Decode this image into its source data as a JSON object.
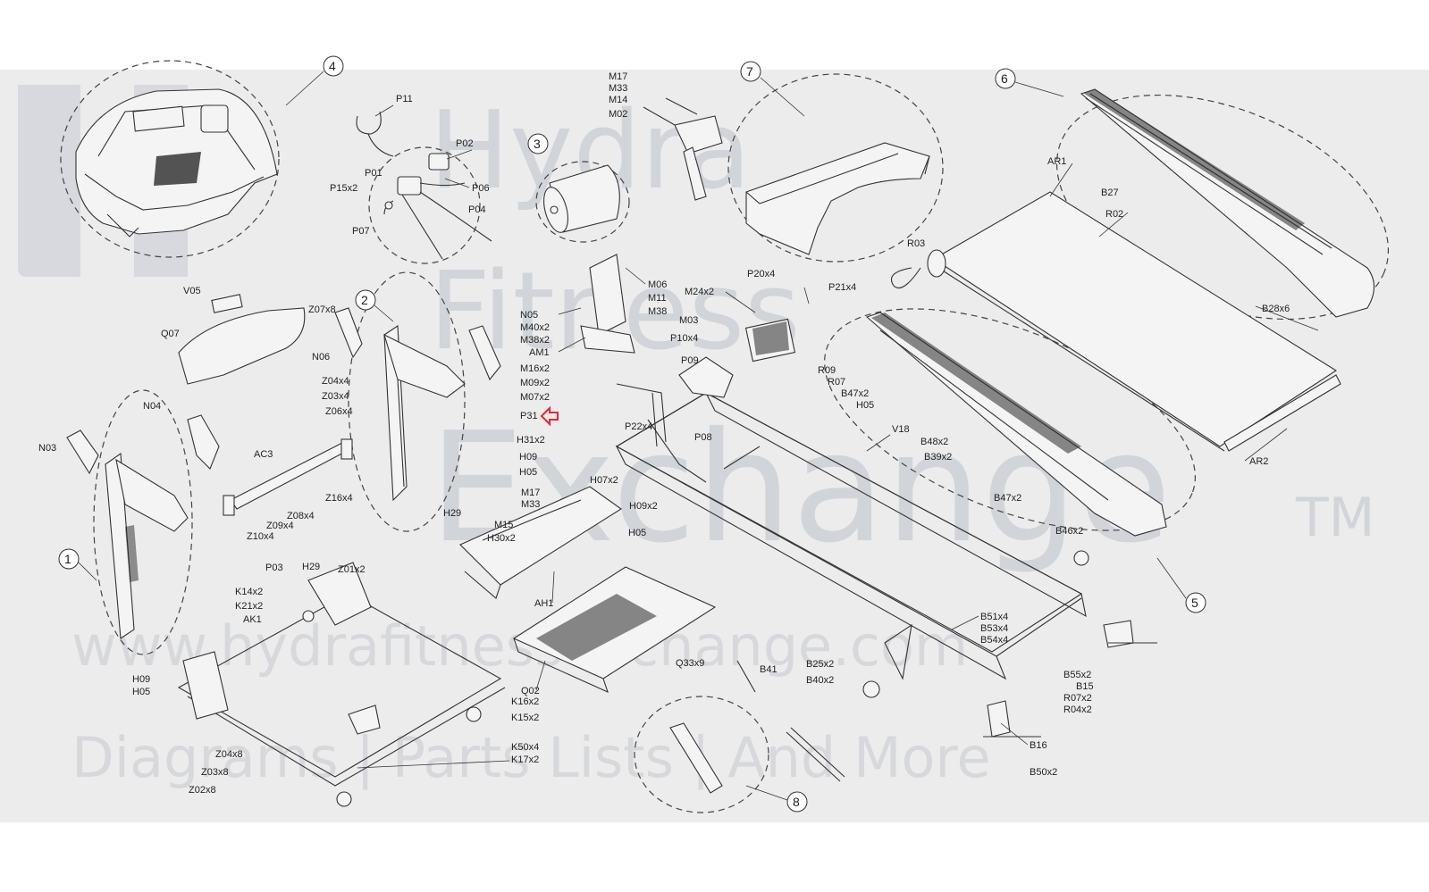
{
  "watermark": {
    "brand_line1": "Hydra",
    "brand_line2": "Fitness",
    "brand_line3": "Exchange",
    "trademark": "TM",
    "website": "www.hydrafitnessexchange.com",
    "tagline": "Diagrams | Parts Lists | And More"
  },
  "groups": [
    {
      "id": "g1",
      "label": "1"
    },
    {
      "id": "g2",
      "label": "2"
    },
    {
      "id": "g3",
      "label": "3"
    },
    {
      "id": "g4",
      "label": "4"
    },
    {
      "id": "g5",
      "label": "5"
    },
    {
      "id": "g6",
      "label": "6"
    },
    {
      "id": "g7",
      "label": "7"
    },
    {
      "id": "g8",
      "label": "8"
    }
  ],
  "parts": {
    "P11": "P11",
    "P02": "P02",
    "P01": "P01",
    "P06": "P06",
    "P15x2": "P15x2",
    "P07": "P07",
    "P04": "P04",
    "M17a": "M17",
    "M33a": "M33",
    "M14": "M14",
    "M02": "M02",
    "AR1": "AR1",
    "B27": "B27",
    "R02": "R02",
    "R03": "R03",
    "B28x6": "B28x6",
    "AR2": "AR2",
    "V05": "V05",
    "Q07": "Q07",
    "Z07x8": "Z07x8",
    "N06": "N06",
    "Z04x4": "Z04x4",
    "Z03x4": "Z03x4",
    "Z06x4": "Z06x4",
    "N05": "N05",
    "M40x2": "M40x2",
    "M38x2": "M38x2",
    "AM1": "AM1",
    "M16x2": "M16x2",
    "M09x2": "M09x2",
    "M07x2": "M07x2",
    "P31": "P31",
    "M06": "M06",
    "M11": "M11",
    "M38": "M38",
    "M24x2": "M24x2",
    "M03": "M03",
    "P10x4": "P10x4",
    "P09": "P09",
    "P20x4": "P20x4",
    "P21x4": "P21x4",
    "R09": "R09",
    "R07": "R07",
    "B47x2a": "B47x2",
    "H05a": "H05",
    "V18": "V18",
    "B48x2": "B48x2",
    "B39x2": "B39x2",
    "B47x2b": "B47x2",
    "B46x2": "B46x2",
    "N04": "N04",
    "N03": "N03",
    "AC3": "AC3",
    "Z16x4": "Z16x4",
    "Z08x4": "Z08x4",
    "Z09x4": "Z09x4",
    "Z10x4": "Z10x4",
    "P22x4": "P22x4",
    "H31x2": "H31x2",
    "H09a": "H09",
    "H05b": "H05",
    "H07x2": "H07x2",
    "M17b": "M17",
    "M33b": "M33",
    "H09x2": "H09x2",
    "H05c": "H05",
    "H29a": "H29",
    "M15": "M15",
    "H30x2": "H30x2",
    "P08": "P08",
    "P03": "P03",
    "H29b": "H29",
    "Z01x2": "Z01x2",
    "K14x2": "K14x2",
    "K21x2": "K21x2",
    "AK1": "AK1",
    "AH1": "AH1",
    "B51x4": "B51x4",
    "B53x4": "B53x4",
    "B54x4": "B54x4",
    "B41": "B41",
    "B25x2": "B25x2",
    "B40x2": "B40x2",
    "Q33x9": "Q33x9",
    "Q02": "Q02",
    "K16x2": "K16x2",
    "K15x2": "K15x2",
    "K50x4": "K50x4",
    "K17x2": "K17x2",
    "H09b": "H09",
    "H05d": "H05",
    "Z04x8": "Z04x8",
    "Z03x8": "Z03x8",
    "Z02x8": "Z02x8",
    "B55x2": "B55x2",
    "B15": "B15",
    "R07x2": "R07x2",
    "R04x2": "R04x2",
    "B16": "B16",
    "B50x2": "B50x2"
  },
  "highlight": {
    "color": "#e8253a",
    "target": "P31"
  }
}
